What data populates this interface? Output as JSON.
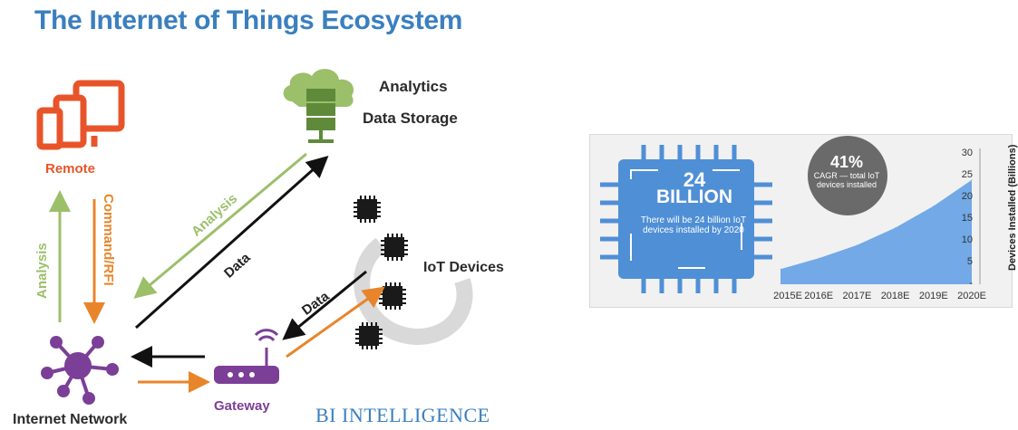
{
  "title": "The Internet of Things Ecosystem",
  "diagram": {
    "nodes": {
      "remote": "Remote",
      "analytics": "Analytics",
      "data_storage": "Data Storage",
      "iot_devices": "IoT Devices",
      "gateway": "Gateway",
      "internet_network": "Internet Network"
    },
    "edges": {
      "analysis_left": "Analysis",
      "command_rfi": "Command/RFI",
      "analysis_diag": "Analysis",
      "data_diag": "Data",
      "data_iot": "Data"
    },
    "colors": {
      "orange": "#e8542a",
      "green": "#9cbf6a",
      "purple": "#7b3f97",
      "black": "#111111",
      "chip": "#1a1a1a"
    }
  },
  "branding": {
    "bi_first": "BI ",
    "bi_second": "INTELLIGENCE"
  },
  "infographic": {
    "chip": {
      "number": "24",
      "unit": "BILLION",
      "text": "There will be 24 billion IoT devices installed by 2020",
      "color": "#4f8fd6"
    },
    "cagr": {
      "value": "41%",
      "text": "CAGR — total IoT devices installed",
      "color": "#6a6a6a"
    },
    "area_color": "#72a9e6"
  },
  "chart_data": {
    "type": "area",
    "x": [
      "2015E",
      "2016E",
      "2017E",
      "2018E",
      "2019E",
      "2020E"
    ],
    "values": [
      3.5,
      6,
      9,
      13,
      18,
      24
    ],
    "ylabel": "Devices Installed (Billions)",
    "ylim": [
      0,
      30
    ],
    "yticks": [
      "30",
      "25",
      "20",
      "15",
      "10",
      "5",
      "-"
    ],
    "grid": false
  }
}
